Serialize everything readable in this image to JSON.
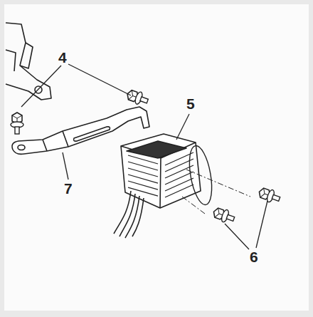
{
  "diagram": {
    "labels": [
      "4",
      "5",
      "7",
      "6"
    ]
  }
}
